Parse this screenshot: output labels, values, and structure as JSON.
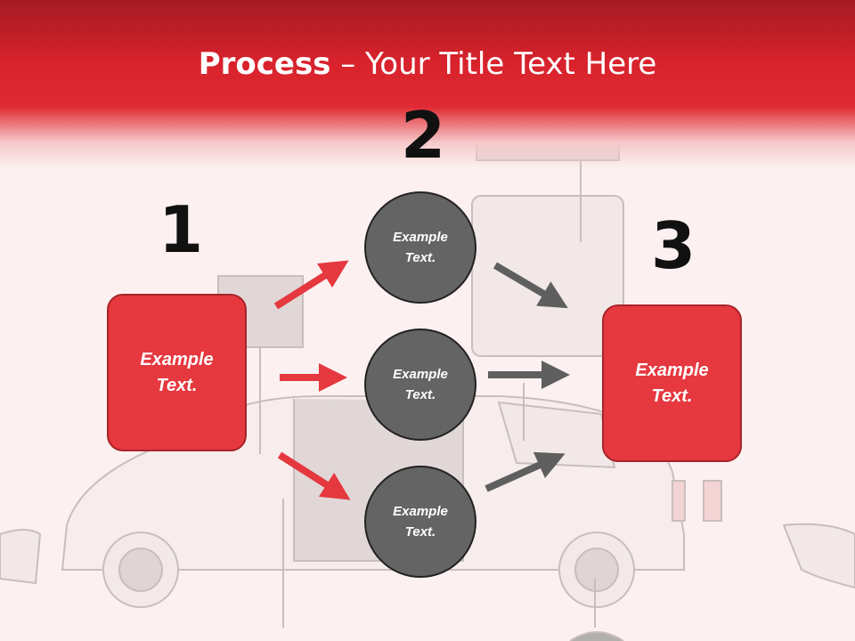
{
  "slide": {
    "title_bold": "Process",
    "title_rest": " – Your Title Text Here",
    "steps": [
      {
        "number": "1",
        "box_text": "Example\nText."
      },
      {
        "number": "2"
      },
      {
        "number": "3",
        "box_text": "Example\nText."
      }
    ],
    "circles": [
      {
        "text": "Example\nText."
      },
      {
        "text": "Example\nText."
      },
      {
        "text": "Example\nText."
      }
    ],
    "colors": {
      "header_red": "#d8222c",
      "box_red": "#e5383f",
      "circle_gray": "#646464",
      "arrow_red": "#e5383f",
      "arrow_gray": "#5f5f5f"
    }
  }
}
